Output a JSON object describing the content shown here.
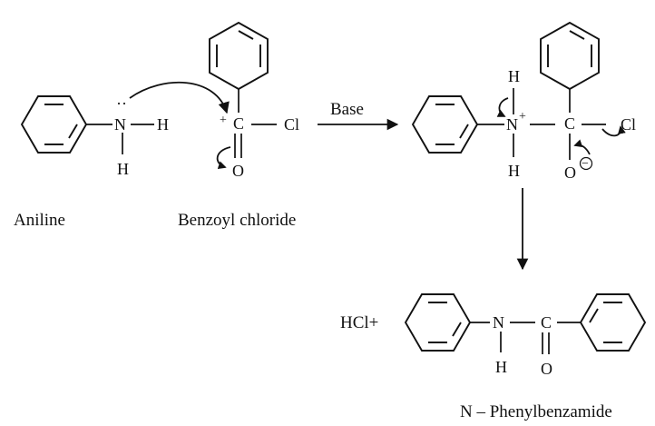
{
  "reactants": {
    "aniline": {
      "atoms": {
        "n": "N",
        "h_right": "H",
        "h_bottom": "H",
        "lone_pair": "··"
      },
      "name": "Aniline"
    },
    "benzoyl_chloride": {
      "atoms": {
        "c": "C",
        "cl": "Cl",
        "o": "O",
        "plus": "+"
      },
      "name": "Benzoyl chloride"
    }
  },
  "reagent": {
    "label": "Base"
  },
  "intermediate": {
    "atoms": {
      "n": "N",
      "n_charge": "+",
      "h_top": "H",
      "h_bottom": "H",
      "c": "C",
      "cl": "Cl",
      "o": "O",
      "o_charge": "−"
    }
  },
  "product": {
    "byproduct": "HCl+",
    "atoms": {
      "n": "N",
      "h": "H",
      "c": "C",
      "o": "O"
    },
    "name": "N – Phenylbenzamide"
  },
  "colors": {
    "ink": "#111111",
    "background": "#ffffff"
  }
}
